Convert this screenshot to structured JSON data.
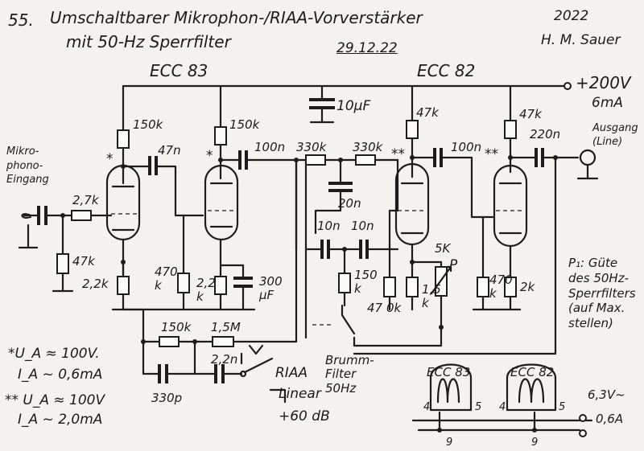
{
  "header": {
    "number": "55.",
    "title_line1": "Umschaltbarer Mikrophon-/RIAA-Vorverstärker",
    "title_line2": "mit 50-Hz Sperrfilter",
    "date": "29.12.22",
    "year": "2022",
    "author": "H. M. Sauer"
  },
  "tubes": {
    "left": "ECC 83",
    "right": "ECC 82"
  },
  "supply": {
    "voltage": "+200V",
    "current": "6mA"
  },
  "input": {
    "label": "Mikro-\nphono-\nEingang"
  },
  "output": {
    "label": "Ausgang\n(Line)"
  },
  "components": {
    "r1_anode": "150k",
    "r2_anode": "150k",
    "r3_anode": "47k",
    "r4_anode": "47k",
    "c_coupling1": "47n",
    "c_coupling2": "100n",
    "c_coupling3": "100n",
    "c_out": "220n",
    "r_in_series": "2,7k",
    "r_grid": "47k",
    "r_cathode1": "2,2k",
    "r_grid2": "470\nk",
    "r_cathode2": "2,2\nk",
    "c_cathode2": "300\nµF",
    "c_supply": "10µF",
    "notch_r1": "330k",
    "notch_r2": "330k",
    "notch_c": "20n",
    "notch_c1": "10n",
    "notch_c2": "10n",
    "notch_r3": "150\nk",
    "r_47k_grid3": "47",
    "r_0k": "0k",
    "r_cathode3": "1,5\nk",
    "pot_label": "5K",
    "pot_name": "P",
    "r_grid4": "470\nk",
    "r_cathode4": "2k",
    "fb_r1": "150k",
    "fb_r2": "1,5M",
    "fb_c1": "330p",
    "fb_c2": "2,2n"
  },
  "marks": {
    "single_star": "*",
    "double_star": "**"
  },
  "switches": {
    "riaa": "RIAA",
    "linear": "Linear",
    "gain": "+60 dB",
    "brumm": "Brumm-\nFilter\n50Hz"
  },
  "notes": {
    "p1": "P₁: Güte\ndes 50Hz-\nSperrfilters\n(auf Max.\nstellen)",
    "star1_ua": "*U_A ≈ 100V.",
    "star1_ia": "I_A ~ 0,6mA",
    "star2_ua": "** U_A ≈ 100V",
    "star2_ia": "I_A ~ 2,0mA"
  },
  "heater": {
    "tube_left": "ECC 83",
    "tube_right": "ECC 82",
    "pin4": "4",
    "pin5": "5",
    "pin9": "9",
    "voltage": "6,3V~",
    "current": "0,6A"
  }
}
